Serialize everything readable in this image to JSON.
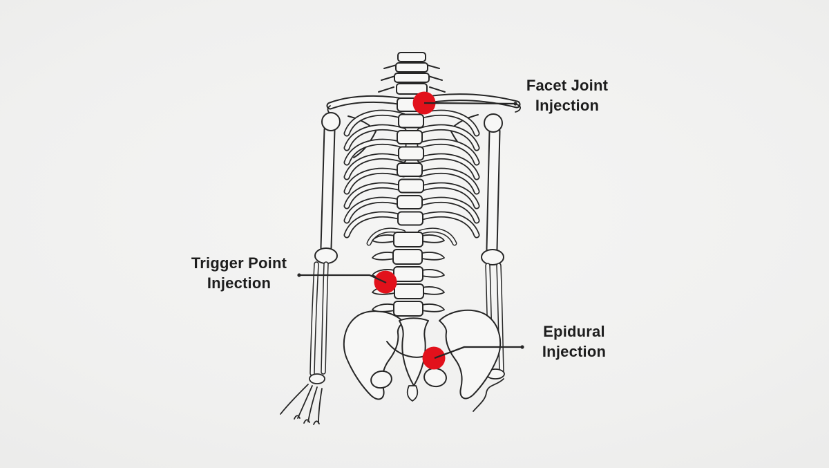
{
  "figure": {
    "name": "human-skeleton-posterior-torso-illustration"
  },
  "colors": {
    "bg": "#e9e9e8",
    "bg_mid": "#f0f0ef",
    "bg_center": "#f5f5f4",
    "line": "#262626",
    "bone": "#f7f7f6",
    "red": "#e2111b",
    "text": "#1d1d1d"
  },
  "callouts": [
    {
      "id": "facet-joint-injection",
      "label_line1": "Facet Joint",
      "label_line2": "Injection"
    },
    {
      "id": "trigger-point-injection",
      "label_line1": "Trigger Point",
      "label_line2": "Injection"
    },
    {
      "id": "epidural-injection",
      "label_line1": "Epidural",
      "label_line2": "Injection"
    }
  ]
}
